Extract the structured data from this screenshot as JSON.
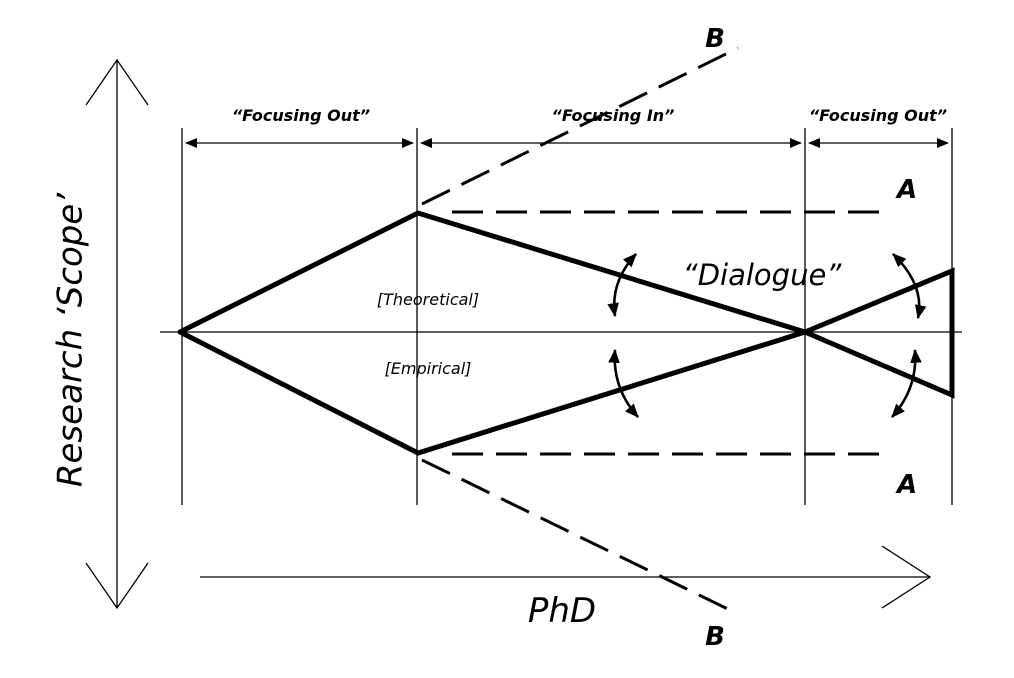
{
  "labels": {
    "phase_left": "“Focusing Out”",
    "phase_middle": "“Focusing In”",
    "phase_right": "“Focusing Out”",
    "theoretical": "[Theoretical]",
    "empirical": "[Empirical]",
    "dialogue": "“Dialogue”",
    "vertical_axis": "Research ‘Scope’",
    "horizontal_axis": "PhD",
    "a_top": "A",
    "a_bottom": "A",
    "b_top": "B",
    "b_bottom": "B"
  },
  "colors": {
    "ink": "#000000",
    "background": "#ffffff"
  }
}
